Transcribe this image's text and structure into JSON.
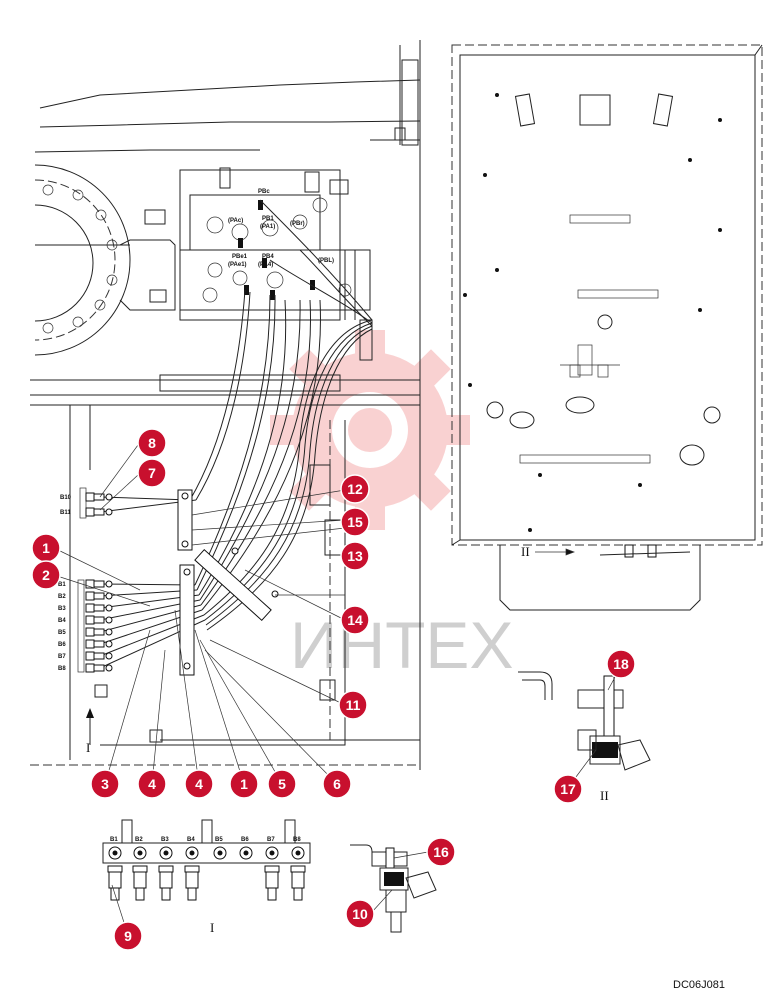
{
  "callouts": [
    {
      "n": "1"
    },
    {
      "n": "2"
    },
    {
      "n": "3"
    },
    {
      "n": "4"
    },
    {
      "n": "4"
    },
    {
      "n": "1"
    },
    {
      "n": "5"
    },
    {
      "n": "6"
    },
    {
      "n": "7"
    },
    {
      "n": "8"
    },
    {
      "n": "9"
    },
    {
      "n": "10"
    },
    {
      "n": "11"
    },
    {
      "n": "12"
    },
    {
      "n": "13"
    },
    {
      "n": "14"
    },
    {
      "n": "15"
    },
    {
      "n": "16"
    },
    {
      "n": "17"
    },
    {
      "n": "18"
    }
  ],
  "port_labels": [
    "B1",
    "B2",
    "B3",
    "B4",
    "B5",
    "B6",
    "B7",
    "B8",
    "B10",
    "B11"
  ],
  "valve_labels": [
    "PBc",
    "(PAc)",
    "PB1",
    "(PA1)",
    "(PBr)",
    "PBe1",
    "(PAe1)",
    "PB4",
    "(PA4)",
    "(PBL)"
  ],
  "views": {
    "view_1": "I",
    "view_2": "II",
    "arrow_1": "I",
    "arrow_2": "II"
  },
  "watermark": "ИНТЕХ",
  "drawing_code": "DC06J081"
}
